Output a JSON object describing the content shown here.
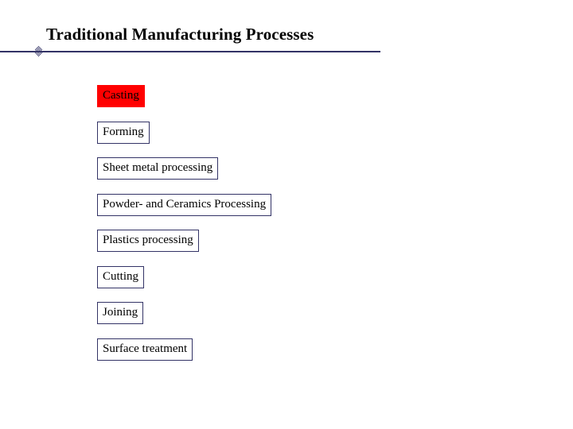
{
  "slide": {
    "title": "Traditional Manufacturing Processes",
    "divider": {
      "ornament_icon": "dotted-diamond-ornament",
      "line_color": "#333366"
    },
    "colors": {
      "box_border": "#333366",
      "highlight_fill": "#ff0000",
      "text": "#000000",
      "background": "#ffffff"
    },
    "processes": [
      {
        "label": "Casting",
        "highlighted": true
      },
      {
        "label": "Forming",
        "highlighted": false
      },
      {
        "label": "Sheet metal processing",
        "highlighted": false
      },
      {
        "label": "Powder- and Ceramics Processing",
        "highlighted": false
      },
      {
        "label": "Plastics processing",
        "highlighted": false
      },
      {
        "label": "Cutting",
        "highlighted": false
      },
      {
        "label": "Joining",
        "highlighted": false
      },
      {
        "label": "Surface treatment",
        "highlighted": false
      }
    ]
  }
}
